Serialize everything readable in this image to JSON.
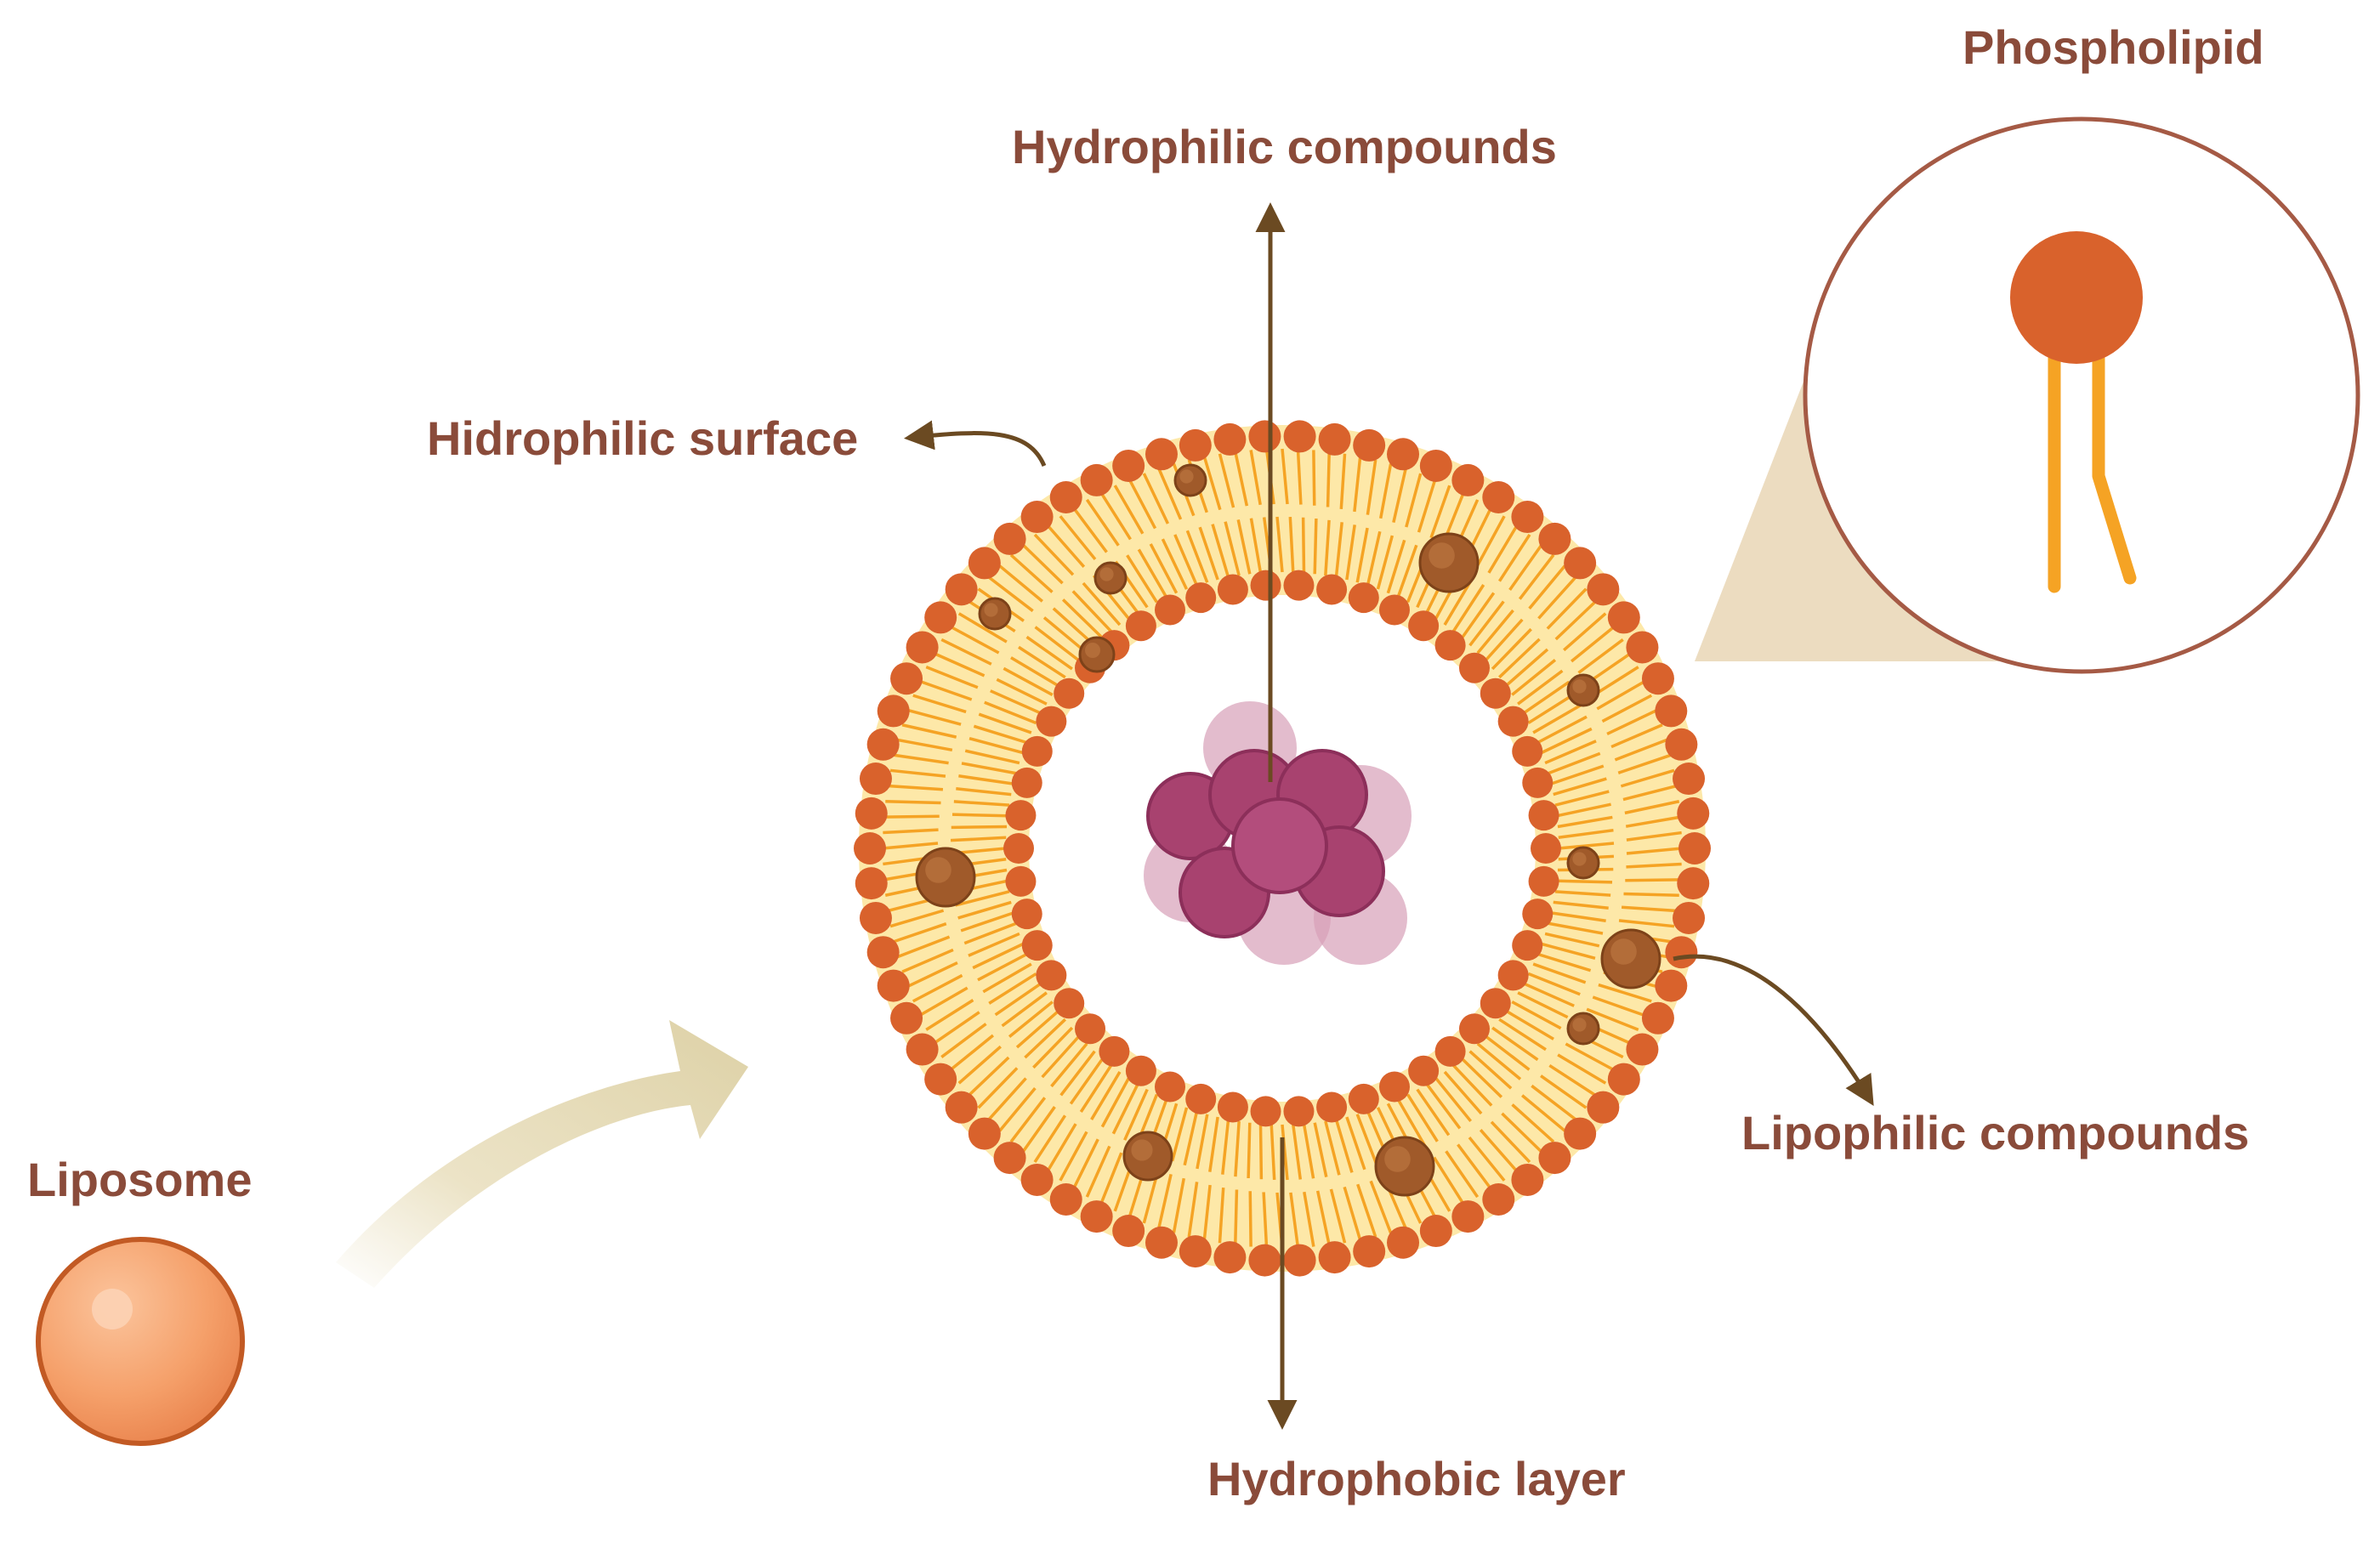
{
  "labels": {
    "phospholipid": "Phospholipid",
    "hydrophilic_compounds": "Hydrophilic compounds",
    "hidrophilic_surface": "Hidrophilic surface",
    "lipophilic_compounds": "Lipophilic compounds",
    "liposome": "Liposome",
    "hydrophobic_layer": "Hydrophobic layer"
  },
  "colors": {
    "label_text": "#8a4b3a",
    "head": "#d9622c",
    "tail": "#f5a324",
    "bilayer_fill": "#fde8a8",
    "lipophilic_dot": "#a05a2a",
    "hydrophilic_cluster": "#a8426f",
    "arrow": "#6b4a22",
    "sweep_arrow": "#e7dcb8",
    "liposome_fill": "#f5a06a",
    "liposome_stroke": "#c25a24"
  },
  "icons": {
    "liposome": "sphere-icon",
    "phospholipid": "phospholipid-icon",
    "cluster": "molecule-cluster-icon"
  }
}
